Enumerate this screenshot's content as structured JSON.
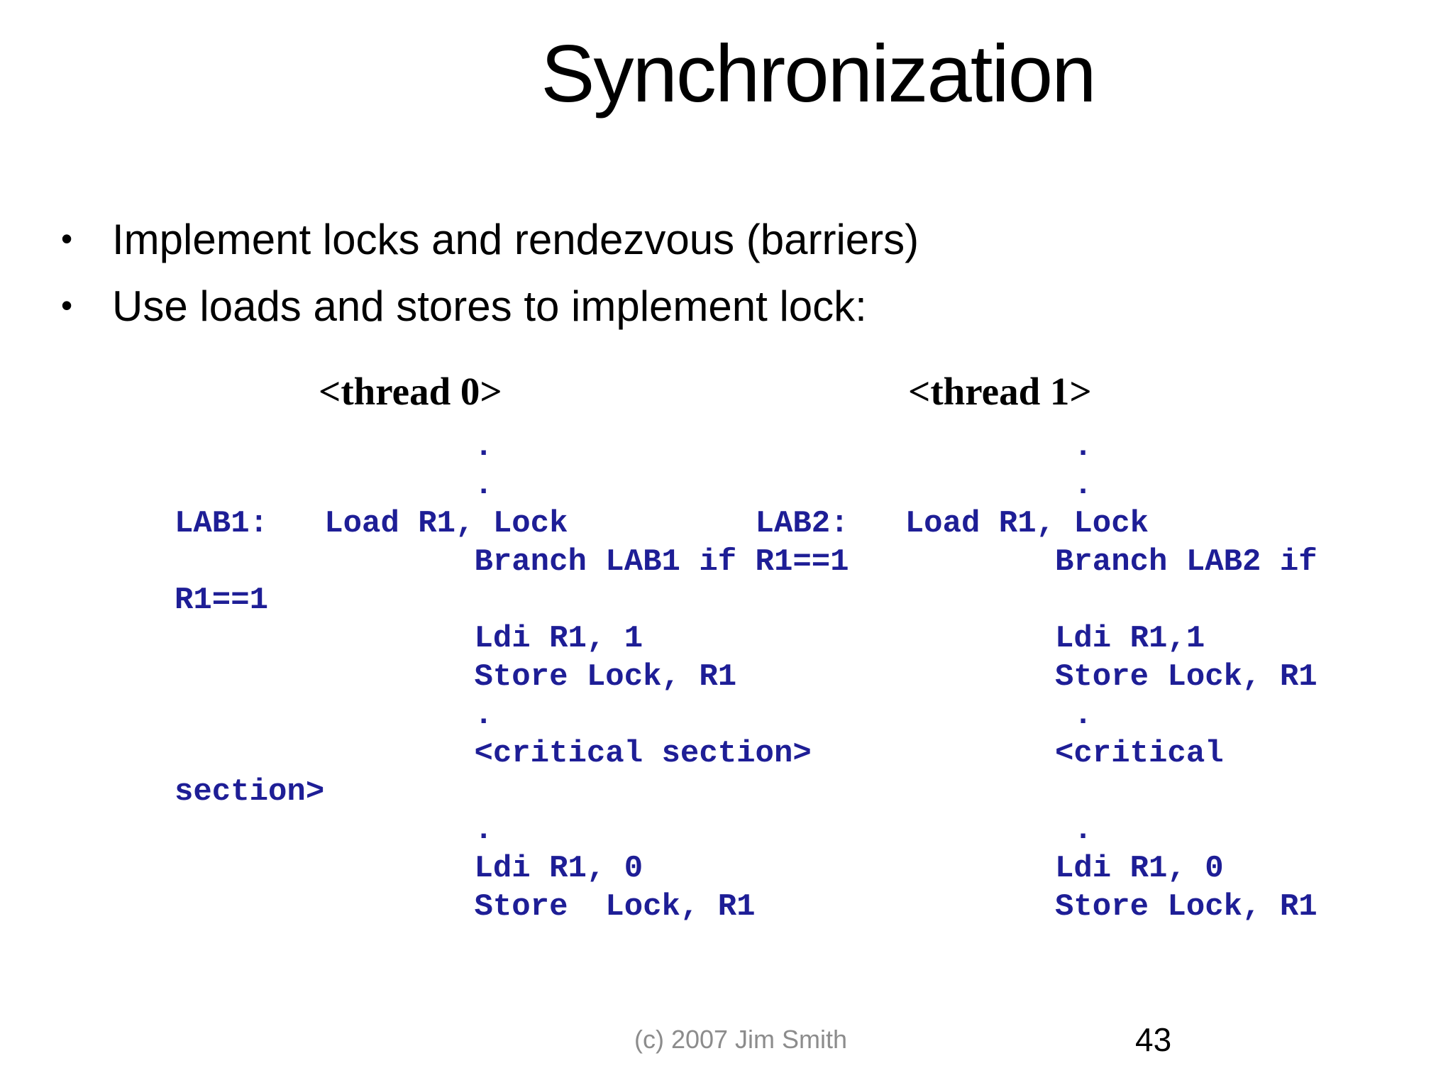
{
  "slide": {
    "title": "Synchronization",
    "bullet_glyph": "•",
    "bullets": [
      {
        "text": "Implement locks and rendezvous (barriers)"
      },
      {
        "text": "Use loads and stores to implement lock:"
      }
    ],
    "code": {
      "thread0_header": "<thread 0>",
      "thread1_header": "<thread 1>",
      "text_color": "#1e1e96",
      "lines": [
        "                .                               .",
        "                .                               .",
        "LAB1:   Load R1, Lock          LAB2:   Load R1, Lock",
        "                Branch LAB1 if R1==1           Branch LAB2 if",
        "R1==1",
        "                Ldi R1, 1                      Ldi R1,1",
        "                Store Lock, R1                 Store Lock, R1",
        "                .                               .",
        "                <critical section>             <critical",
        "section>",
        "                .                               .",
        "                Ldi R1, 0                      Ldi R1, 0",
        "                Store  Lock, R1                Store Lock, R1"
      ]
    },
    "footer": {
      "copyright": "(c) 2007 Jim Smith",
      "page_number": "43",
      "copyright_color": "#8c8c8c"
    },
    "background_color": "#ffffff"
  }
}
